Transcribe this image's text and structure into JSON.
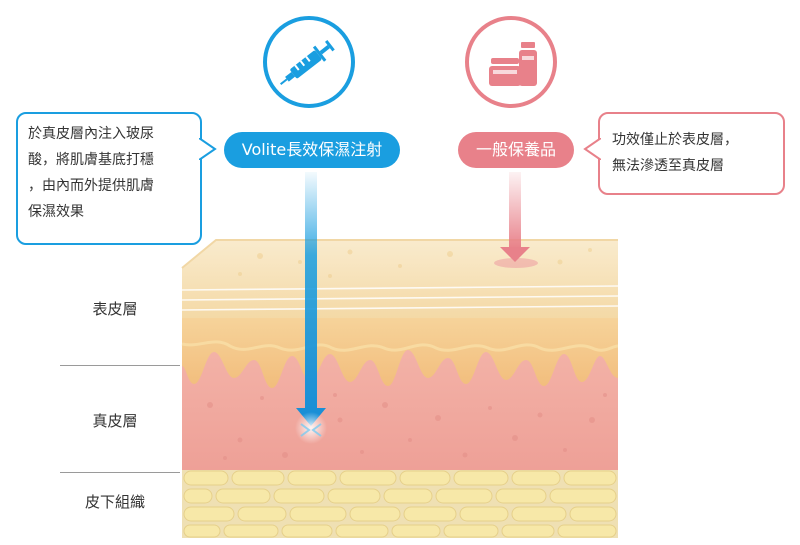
{
  "injection": {
    "label": "Volite長效保濕注射",
    "description_lines": [
      "於真皮層內注入玻尿",
      "酸，將肌膚基底打穩",
      "，由內而外提供肌膚",
      "保濕效果"
    ],
    "accent": "#1a9ee0",
    "icon": "syringe-icon"
  },
  "skincare": {
    "label": "一般保養品",
    "description_lines": [
      "功效僅止於表皮層，",
      "無法滲透至真皮層"
    ],
    "accent": "#e8818a",
    "icon": "cosmetic-jars-icon"
  },
  "layers": {
    "epidermis": "表皮層",
    "dermis": "真皮層",
    "subcutaneous": "皮下組織"
  },
  "colors": {
    "epidermis_top": "#f6e3bf",
    "epidermis": "#f4c98c",
    "dermis": "#f0a9a0",
    "fat_cells": "#f7e7a6"
  }
}
